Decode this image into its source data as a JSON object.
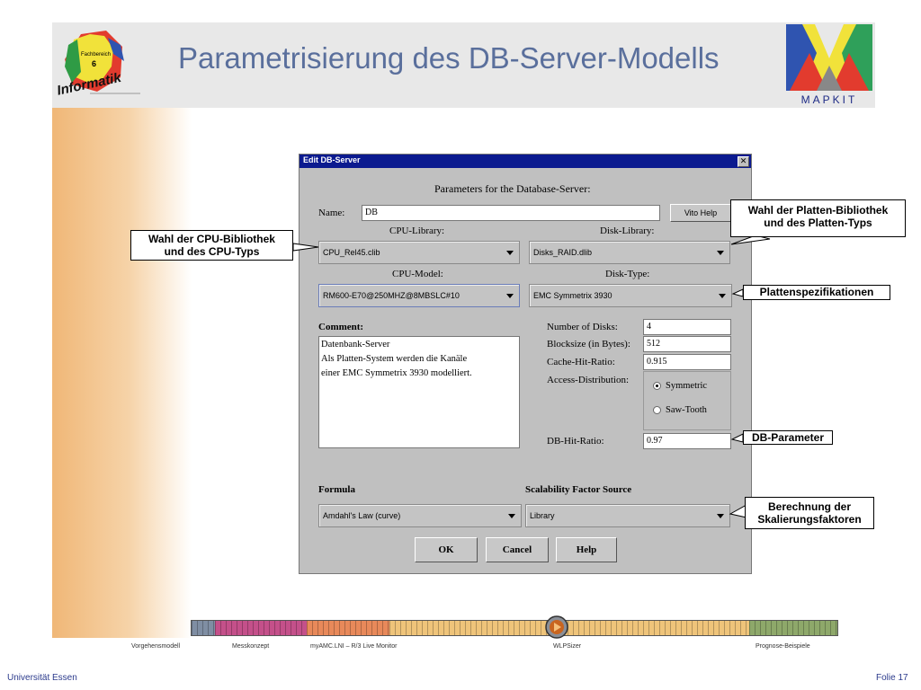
{
  "slide": {
    "title": "Parametrisierung des DB-Server-Modells",
    "footer_left": "Universität Essen",
    "footer_right": "Folie 17"
  },
  "logos": {
    "informatik": {
      "top": "Fachbereich",
      "number": "6",
      "word": "Informatik"
    },
    "mapkit": {
      "label": "MAPKIT"
    }
  },
  "dialog": {
    "title": "Edit DB-Server",
    "heading": "Parameters for the Database-Server:",
    "name_label": "Name:",
    "name_value": "DB",
    "vito_help": "Vito Help",
    "cpu_library_label": "CPU-Library:",
    "cpu_library_value": "CPU_Rel45.clib",
    "disk_library_label": "Disk-Library:",
    "disk_library_value": "Disks_RAID.dlib",
    "cpu_model_label": "CPU-Model:",
    "cpu_model_value": "RM600-E70@250MHZ@8MBSLC#10",
    "disk_type_label": "Disk-Type:",
    "disk_type_value": "EMC Symmetrix 3930",
    "comment_label": "Comment:",
    "comment_lines": [
      "Datenbank-Server",
      "Als Platten-System werden die Kanäle",
      "einer EMC Symmetrix 3930 modelliert."
    ],
    "num_disks_label": "Number of Disks:",
    "num_disks_value": "4",
    "blocksize_label": "Blocksize (in Bytes):",
    "blocksize_value": "512",
    "cache_hit_label": "Cache-Hit-Ratio:",
    "cache_hit_value": "0.915",
    "access_dist_label": "Access-Distribution:",
    "radio_symmetric": "Symmetric",
    "radio_sawtooth": "Saw-Tooth",
    "db_hit_label": "DB-Hit-Ratio:",
    "db_hit_value": "0.97",
    "formula_label": "Formula",
    "formula_value": "Amdahl's Law (curve)",
    "scal_label": "Scalability Factor Source",
    "scal_value": "Library",
    "ok": "OK",
    "cancel": "Cancel",
    "help": "Help"
  },
  "callouts": {
    "cpu": [
      "Wahl der CPU-Bibliothek",
      "und des CPU-Typs"
    ],
    "disk": [
      "Wahl der Platten-Bibliothek",
      "und des Platten-Typs"
    ],
    "platten": "Plattenspezifikationen",
    "db": "DB-Parameter",
    "scal": [
      "Berechnung der",
      "Skalierungsfaktoren"
    ]
  },
  "nav": {
    "labels": [
      "Vorgehensmodell",
      "Messkonzept",
      "myAMC.LNI – R/3 Live Monitor",
      "WLPSizer",
      "Prognose-Beispiele"
    ],
    "colors": {
      "gray": "#7f8ea3",
      "magenta": "#c4508a",
      "orange": "#e8895a",
      "yellow": "#efc47a",
      "green": "#8ea86a"
    }
  }
}
